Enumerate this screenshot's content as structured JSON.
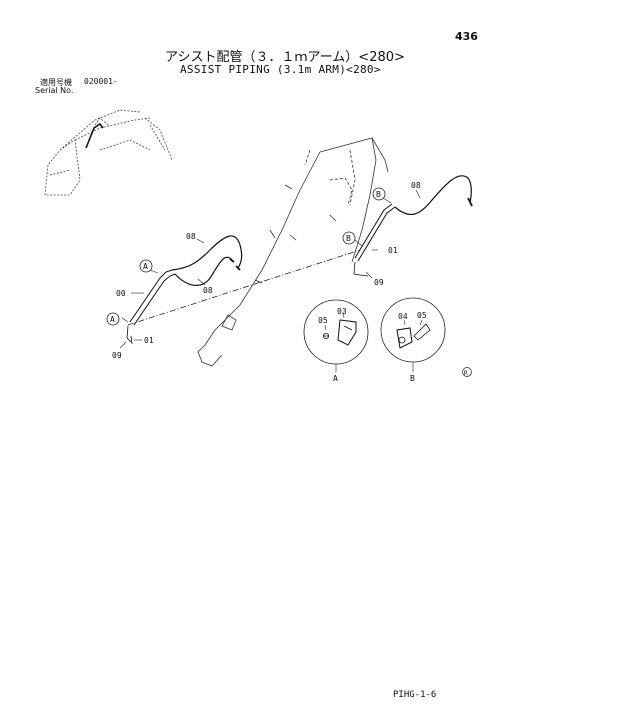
{
  "header": {
    "page_number": "436",
    "title_ja": "アシスト配管（３．１ｍアーム）<280>",
    "title_en": "ASSIST PIPING (3.1m ARM)<280>"
  },
  "serial": {
    "label_ja": "適用号機",
    "value": "020001-",
    "label_en": "Serial No."
  },
  "diagram": {
    "callouts": {
      "c00": "00",
      "c01_left": "01",
      "c01_right": "01",
      "c03": "03",
      "c04": "04",
      "c05_a": "05",
      "c05_b": "05",
      "c08_left_top": "08",
      "c08_left_bottom": "08",
      "c08_right": "08",
      "c09_left": "09",
      "c09_right": "09"
    },
    "markers": {
      "a_top": "A",
      "a_bottom": "A",
      "b_top": "B",
      "b_mid": "B"
    },
    "detail_labels": {
      "detail_a": "A",
      "detail_b": "B"
    },
    "revision_mark": "R"
  },
  "footer": {
    "code": "PIHG-1-6"
  }
}
